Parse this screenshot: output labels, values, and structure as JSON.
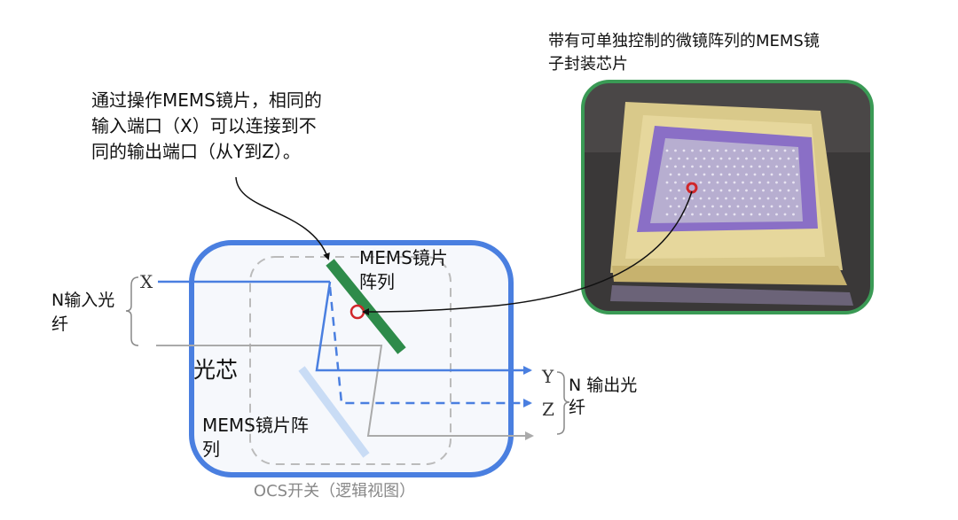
{
  "annotation": {
    "lines": [
      "通过操作MEMS镜片，相同的",
      "输入端口（X）可以连接到不",
      "同的输出端口（从Y到Z）。"
    ]
  },
  "chip_caption": {
    "lines": [
      "带有可单独控制的微镜阵列的MEMS镜",
      "子封装芯片"
    ]
  },
  "diagram": {
    "input_port": "X",
    "output_port_y": "Y",
    "output_port_z": "Z",
    "input_fiber": [
      "N输入光",
      "纤"
    ],
    "output_fiber": [
      "N 输出光",
      "纤"
    ],
    "mems_top": [
      "MEMS镜片",
      "阵列"
    ],
    "mems_bottom": [
      "MEMS镜片阵",
      "列"
    ],
    "core": "光芯",
    "caption": "OCS开关（逻辑视图）"
  },
  "colors": {
    "frame_blue": "#4a7fe0",
    "mirror_green": "#2e8b4a",
    "mirror_light": "#c9dcf5",
    "photo_border": "#3a9a55",
    "marker_red": "#d0262a"
  }
}
